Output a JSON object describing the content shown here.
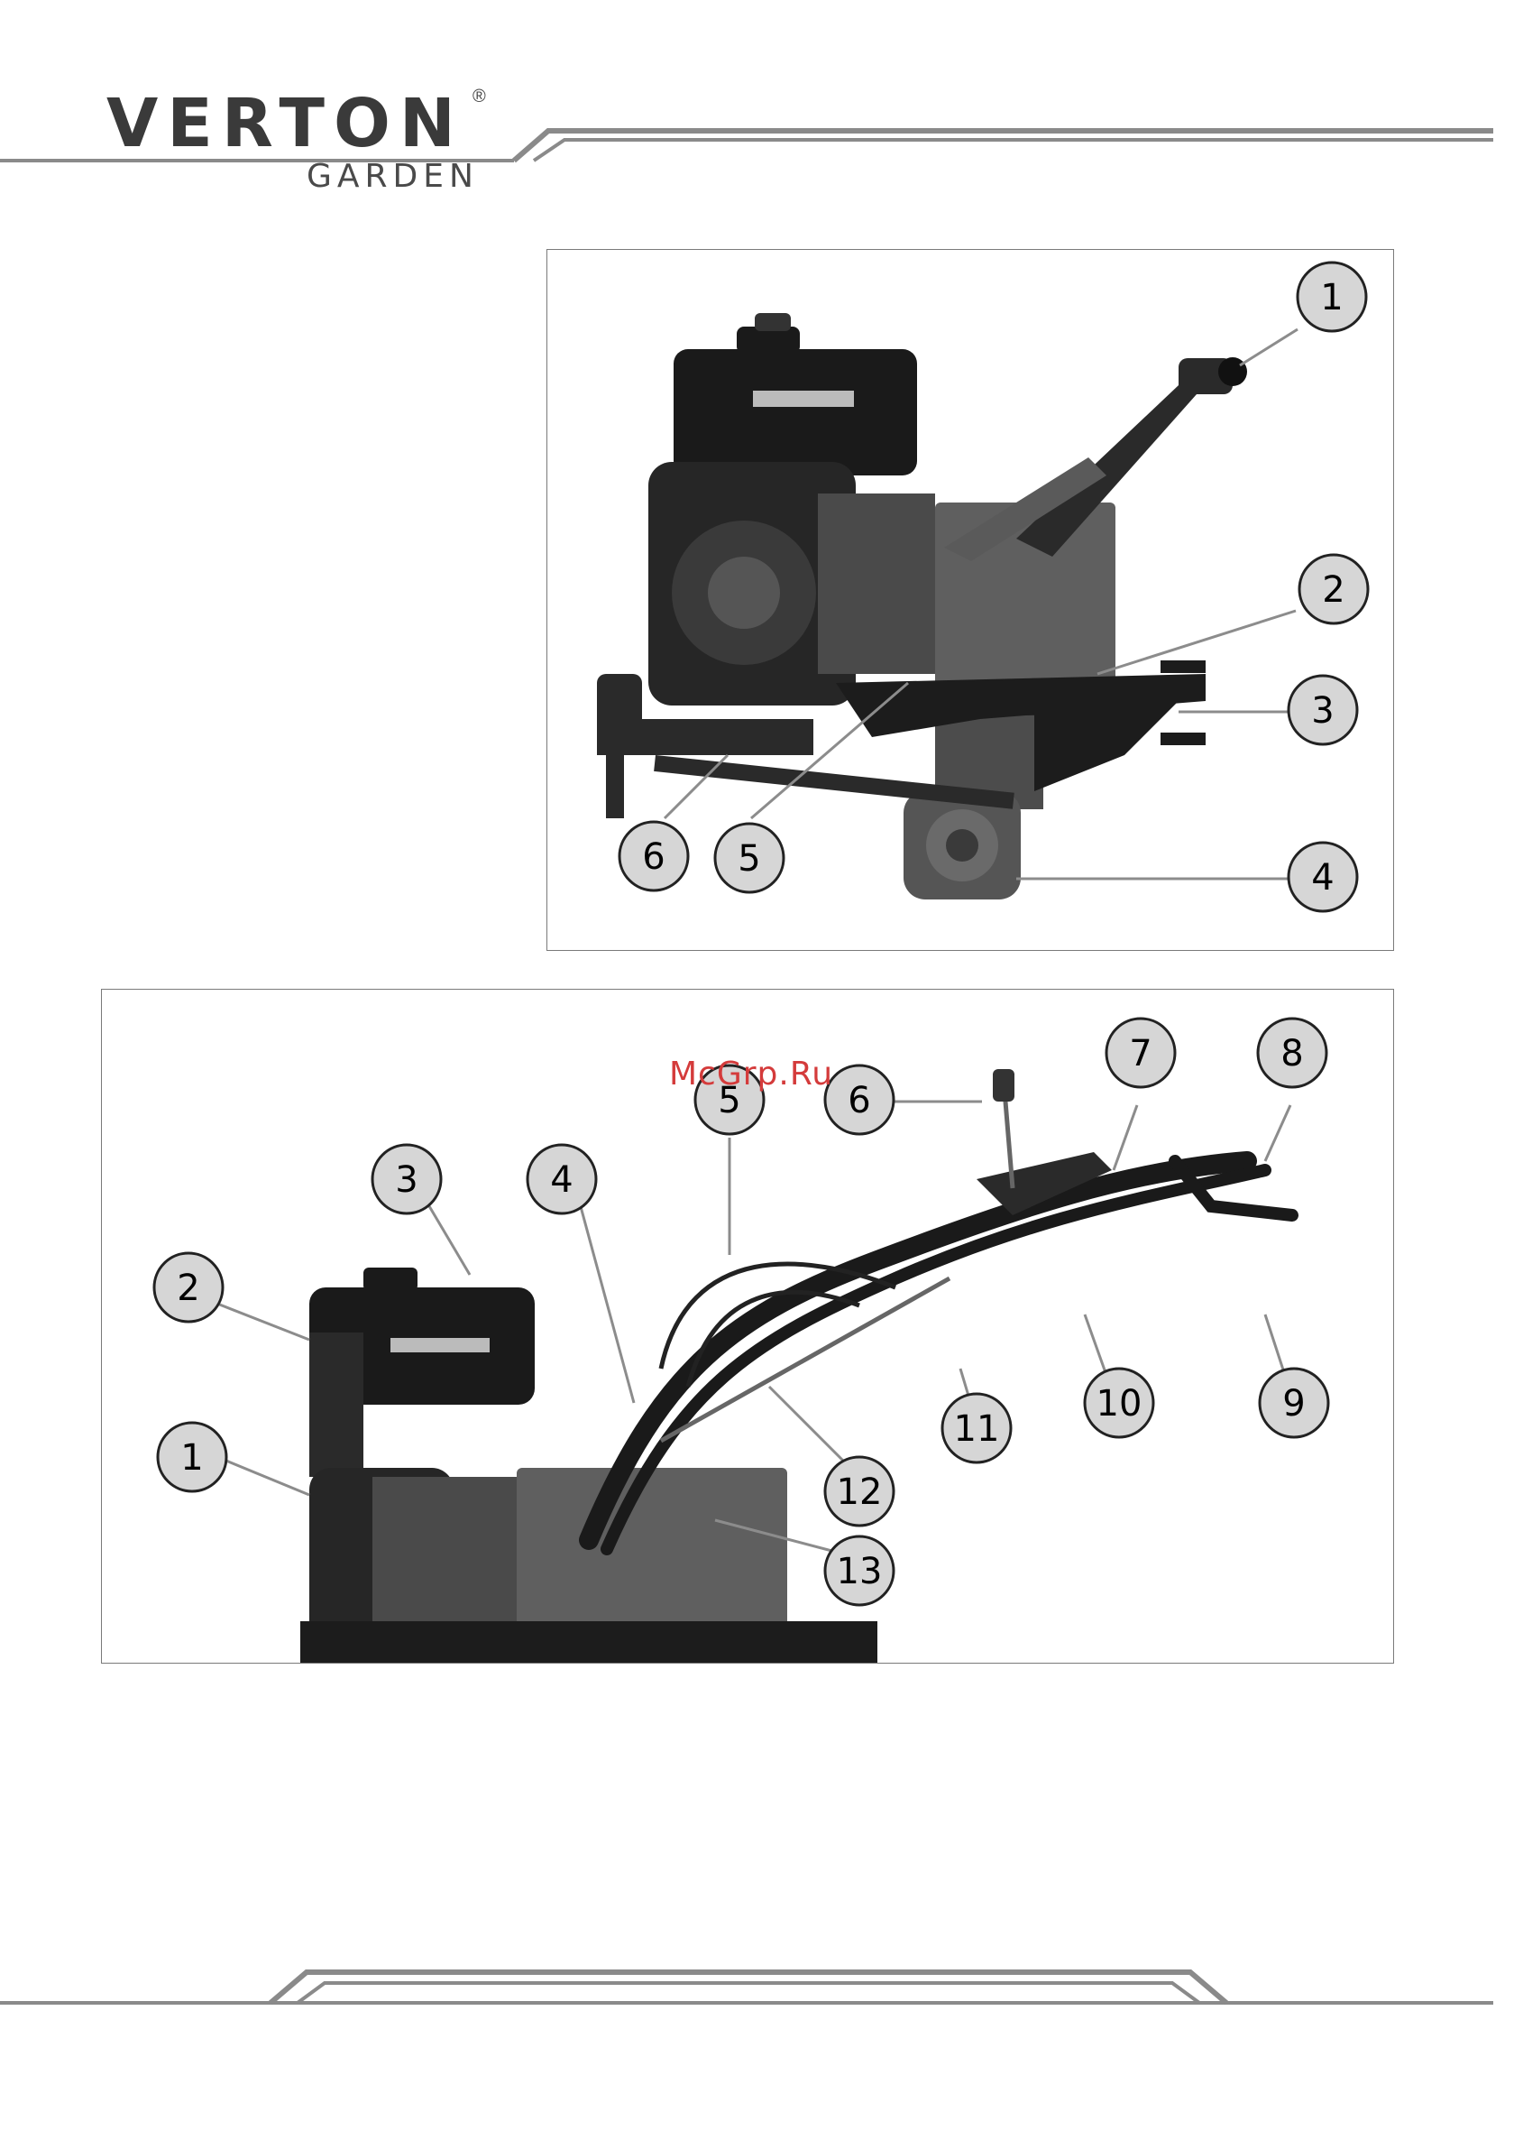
{
  "header": {
    "brand": "VERTON",
    "brand_mark": "®",
    "subbrand": "GARDEN"
  },
  "figure_top": {
    "callouts": [
      "1",
      "2",
      "3",
      "4",
      "5",
      "6"
    ]
  },
  "figure_bottom": {
    "callouts": [
      "1",
      "2",
      "3",
      "4",
      "5",
      "6",
      "7",
      "8",
      "9",
      "10",
      "11",
      "12",
      "13"
    ]
  },
  "watermark": "McGrp.Ru"
}
